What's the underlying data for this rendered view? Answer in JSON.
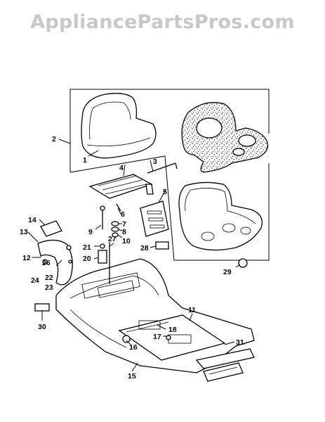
{
  "watermark": "AppliancePartsPros.com",
  "part_labels": [
    "1",
    "2",
    "3",
    "4",
    "5",
    "6",
    "7",
    "8",
    "9",
    "10",
    "11",
    "12",
    "13",
    "14",
    "15",
    "16",
    "17",
    "18",
    "20",
    "21",
    "22",
    "23",
    "24",
    "26",
    "27",
    "28",
    "29",
    "30",
    "31"
  ]
}
